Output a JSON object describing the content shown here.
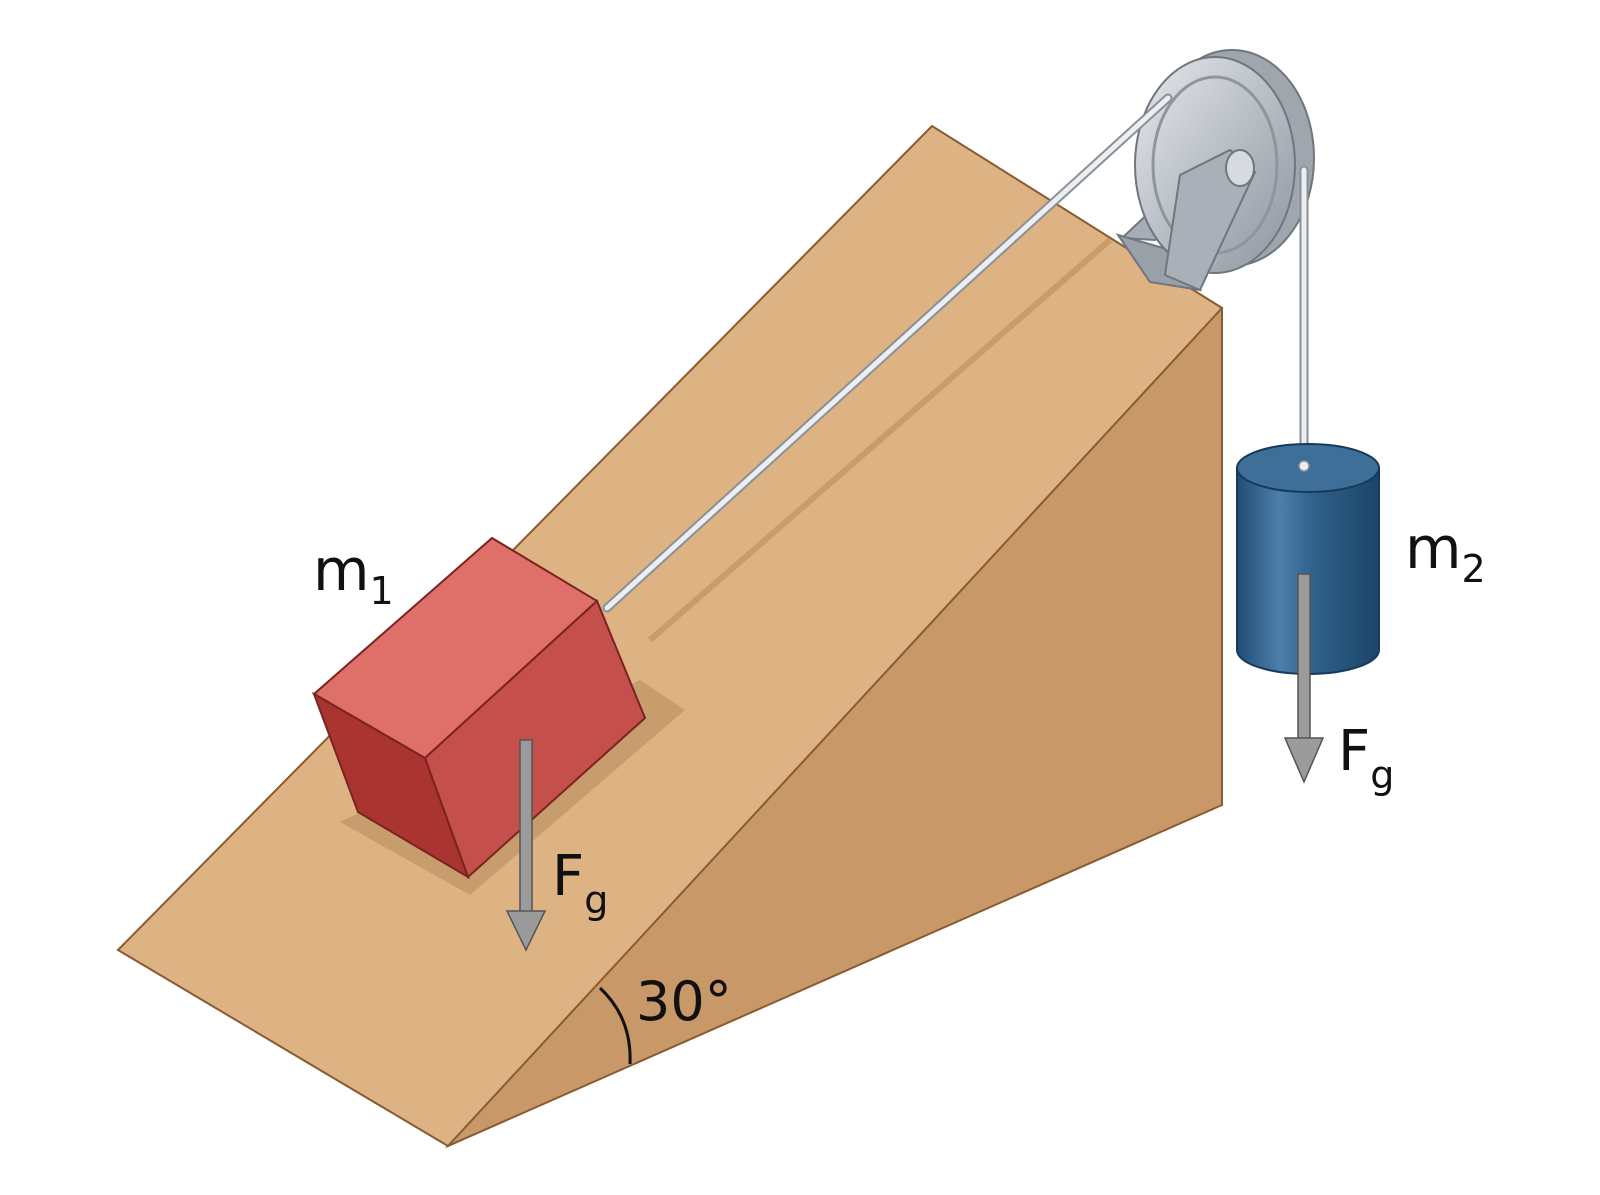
{
  "labels": {
    "mass1": {
      "base": "m",
      "sub": "1"
    },
    "mass2": {
      "base": "m",
      "sub": "2"
    },
    "force1": {
      "base": "F",
      "sub": "g"
    },
    "force2": {
      "base": "F",
      "sub": "g"
    },
    "angle": "30°"
  },
  "colors": {
    "background": "#ffffff",
    "incline_top": "#deb383",
    "incline_side": "#c89868",
    "incline_edge": "#8a5a30",
    "block_front": "#c5504b",
    "block_top": "#df6f69",
    "block_side": "#aa3430",
    "cylinder_body": "#2d5e88",
    "cylinder_top": "#3e6f99",
    "pulley": "#b9bfc6",
    "rope": "#e6e9ec",
    "force_arrow": "#9b9b9b"
  }
}
